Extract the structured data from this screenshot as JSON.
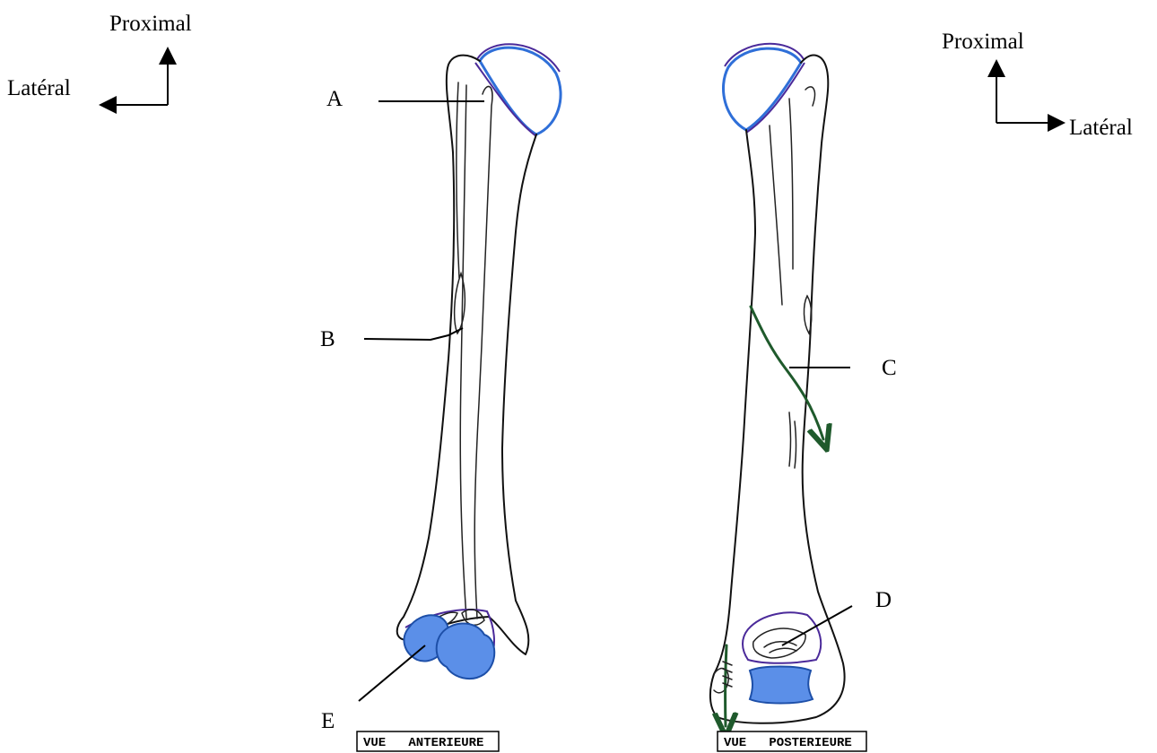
{
  "orientation_left": {
    "proximal": "Proximal",
    "lateral": "Latéral"
  },
  "orientation_right": {
    "proximal": "Proximal",
    "lateral": "Latéral"
  },
  "labels": {
    "a": "A",
    "b": "B",
    "c": "C",
    "d": "D",
    "e": "E"
  },
  "captions": {
    "anterior": "VUE   ANTERIEURE",
    "posterior": "VUE   POSTERIEURE"
  },
  "colors": {
    "articular": "#2f6fd8",
    "capsule": "#4b2a9a",
    "nerve_path": "#1f5a2c"
  }
}
